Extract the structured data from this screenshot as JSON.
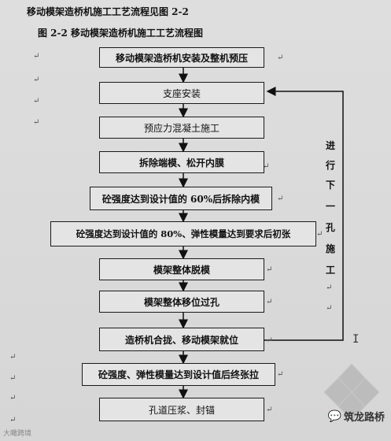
{
  "doc": {
    "title": "移动模架造桥机施工工艺流程见图 2-2",
    "figure_caption": "图 2-2     移动模架造桥机施工工艺流程图"
  },
  "flow": {
    "steps": [
      "移动模架造桥机安装及整机预压",
      "支座安装",
      "预应力混凝土施工",
      "拆除端模、松开内膜",
      "砼强度达到设计值的 60%后拆除内模",
      "砼强度达到设计值的 80%、弹性模量达到要求后初张",
      "模架整体脱模",
      "模架整体移位过孔",
      "造桥机合拢、移动模架就位",
      "砼强度、弹性模量达到设计值后终张拉",
      "孔道压浆、封锚"
    ],
    "loop_label_chars": [
      "进",
      "行",
      "下",
      "一",
      "孔",
      "施",
      "工"
    ]
  },
  "marks": {
    "return_mark": "↵",
    "cursor": "I"
  },
  "watermark": {
    "brand": "筑龙路桥",
    "corner": "大瞰跨境"
  }
}
